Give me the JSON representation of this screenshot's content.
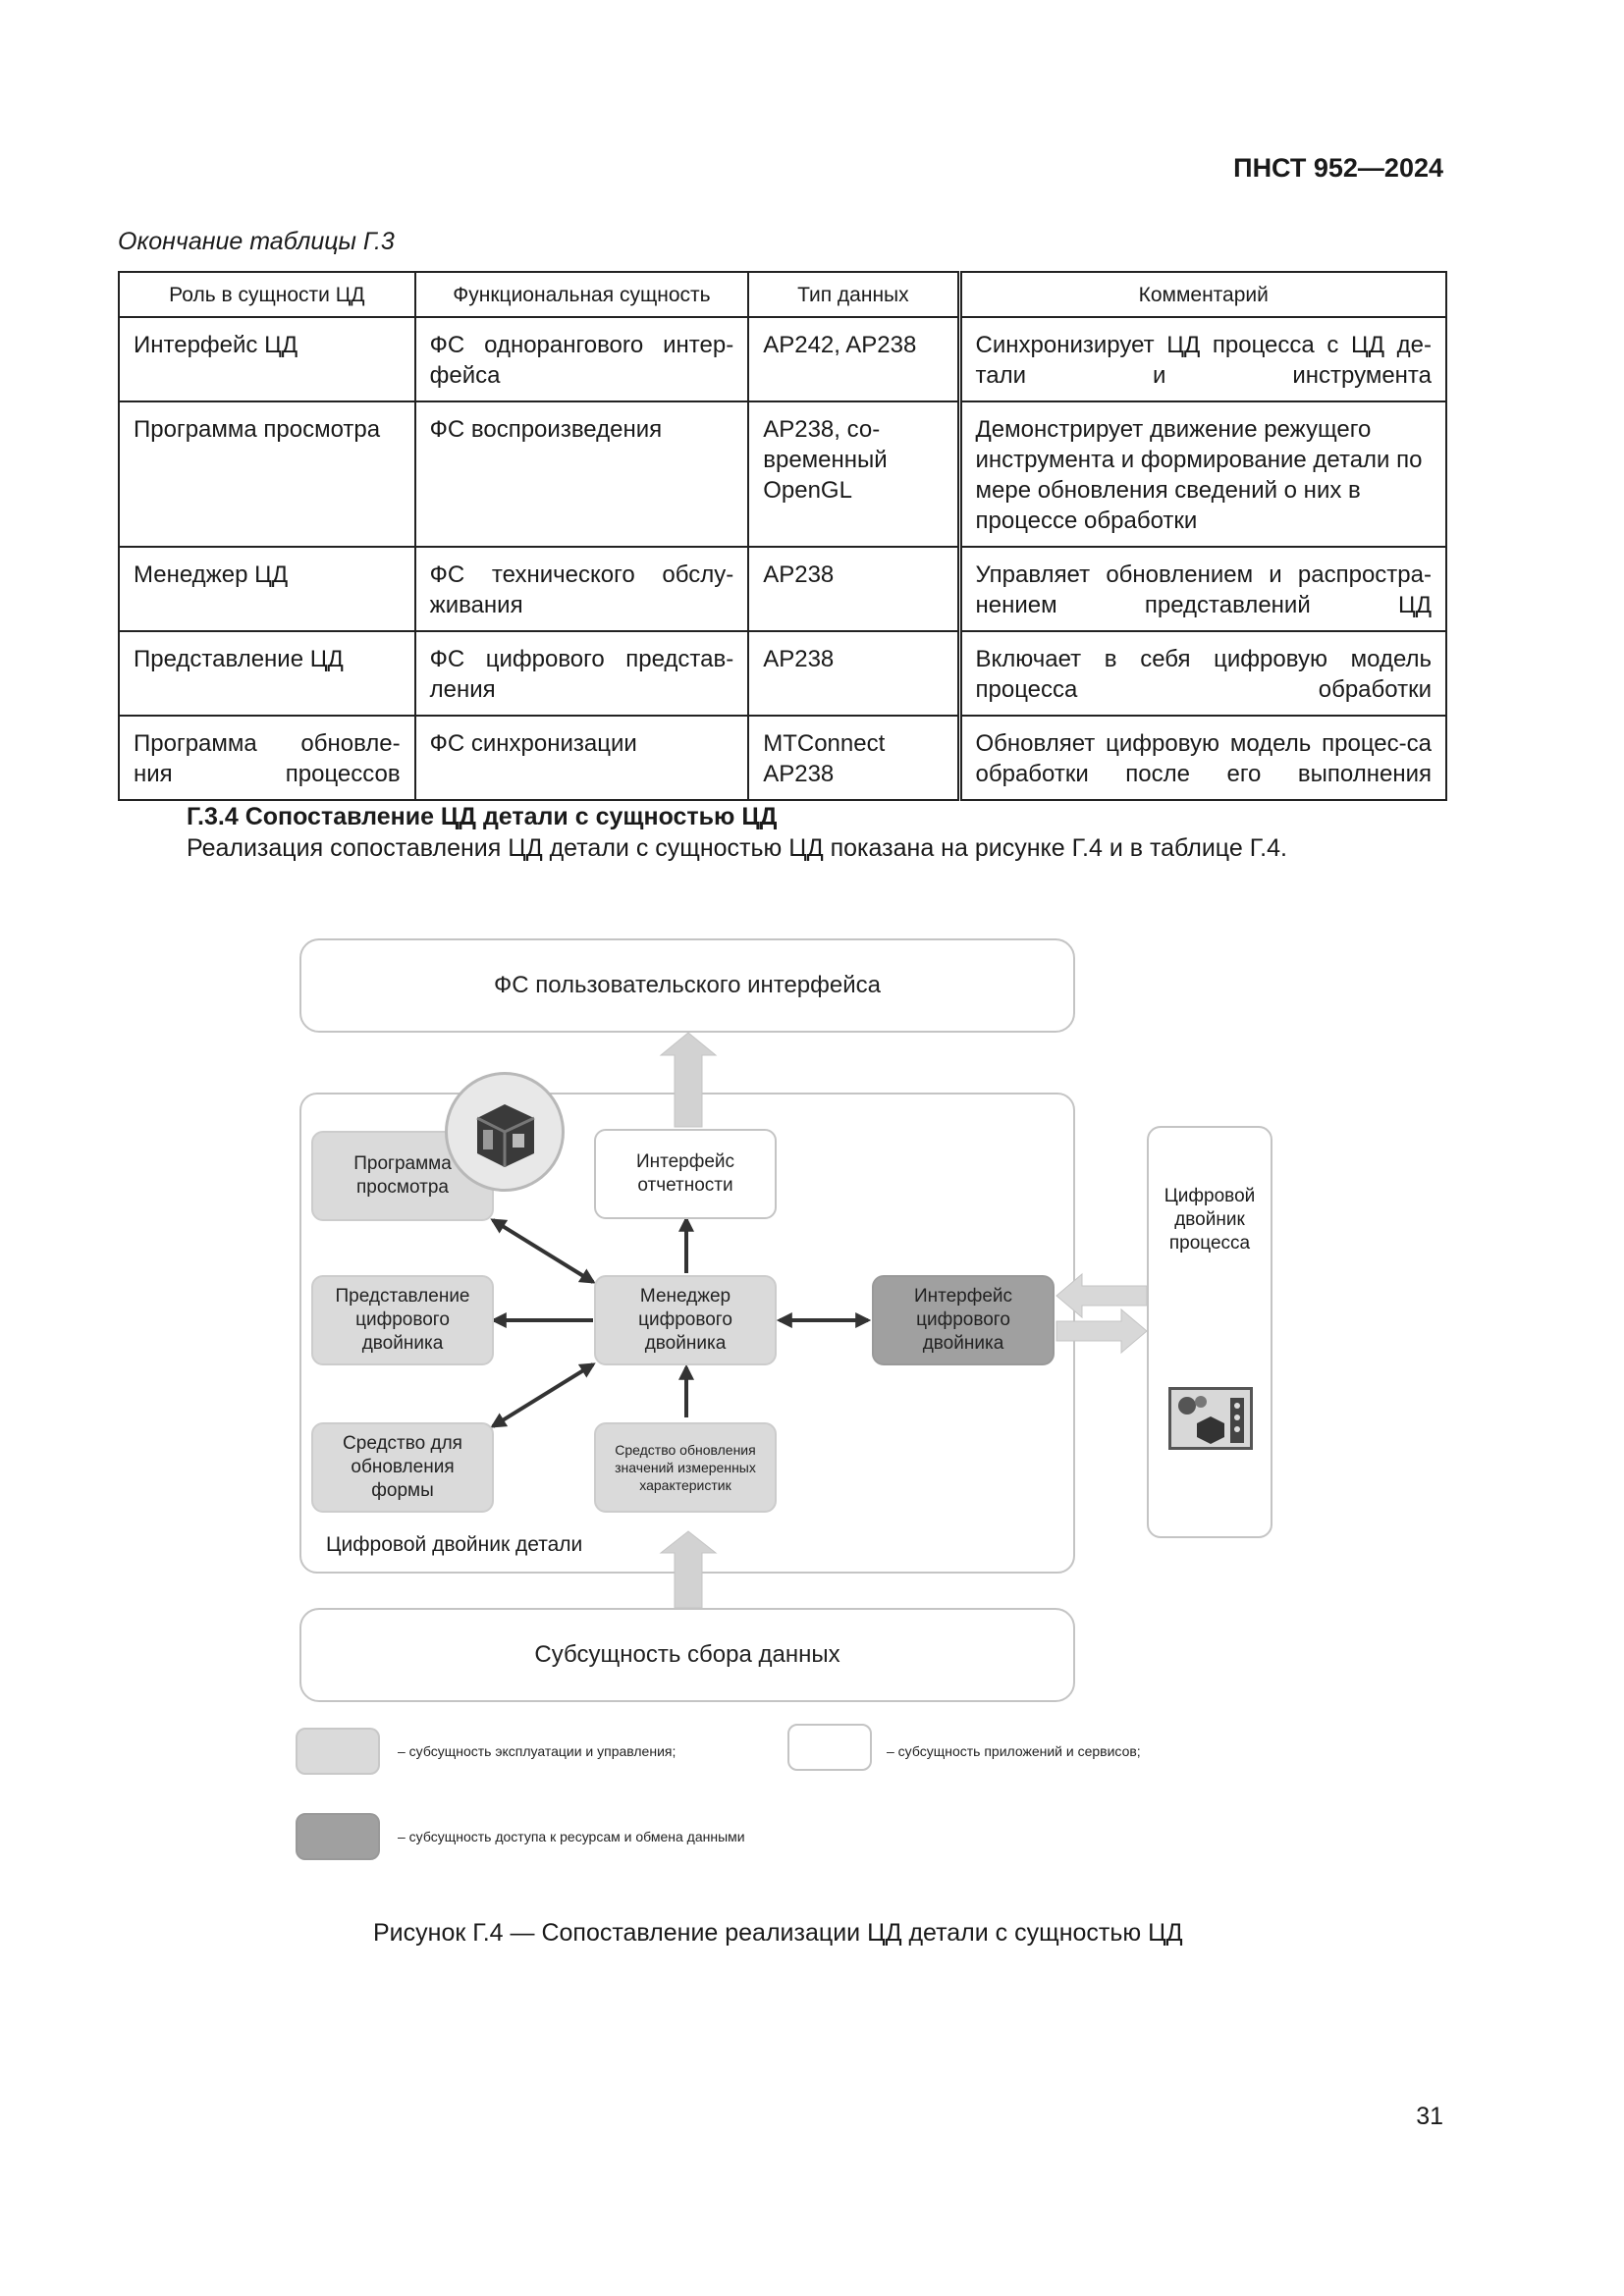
{
  "header": {
    "standard_code": "ПНСТ 952—2024"
  },
  "table": {
    "caption": "Окончание таблицы Г.3",
    "columns": [
      "Роль в сущности ЦД",
      "Функциональная сущность",
      "Тип данных",
      "Комментарий"
    ],
    "rows": [
      {
        "role": "Интерфейс ЦД",
        "entity": "ФС одноранговоrо интер-фейса",
        "data_type": "AP242, AP238",
        "comment": "Синхронизирует ЦД процесса с ЦД де-тали и инструмента"
      },
      {
        "role": "Программа просмотра",
        "entity": "ФС воспроизведения",
        "data_type": "AP238, со-временный OpenGL",
        "comment": "Демонстрирует движение режущего инструмента и формирование детали по мере обновления сведений о них в процессе обработки"
      },
      {
        "role": "Менеджер ЦД",
        "entity": "ФС технического обслу-живания",
        "data_type": "AP238",
        "comment": "Управляет обновлением и распростра-нением представлений ЦД"
      },
      {
        "role": "Представление ЦД",
        "entity": "ФС цифрового представ-ления",
        "data_type": "AP238",
        "comment": "Включает в себя цифровую модель процесса обработки"
      },
      {
        "role": "Программа обновле-ния процессов",
        "entity": "ФС синхронизации",
        "data_type": "MTConnect AP238",
        "comment": "Обновляет цифровую модель процес-са обработки после его выполнения"
      }
    ]
  },
  "section": {
    "heading": "Г.3.4 Сопоставление ЦД детали с сущностью ЦД",
    "text": "Реализация сопоставления ЦД детали с сущностью ЦД показана на рисунке Г.4 и в таблице Г.4."
  },
  "figure": {
    "ui_fs": "ФС пользовательского интерфейса",
    "viewer": "Программа просмотра",
    "report_interface": "Интерфейс отчетности",
    "representation": "Представление цифрового двойника",
    "manager": "Менеджер цифрового двойника",
    "dt_interface": "Интерфейс цифрового двойника",
    "shape_tool": "Средство для обновления формы",
    "measure_tool": "Средство обновления значений измеренных характеристик",
    "part_dt_label": "Цифровой двойник детали",
    "process_dt": "Цифровой двойник процесса",
    "data_collection": "Субсущность сбора данных",
    "legend": {
      "operation": "– субсущность эксплуатации и управления;",
      "apps": "– субсущность приложений и сервисов;",
      "resource": "– субсущность доступа к ресурсам и обмена данными"
    },
    "caption": "Рисунок Г.4 — Сопоставление реализации ЦД детали с сущностью ЦД"
  },
  "footer": {
    "page_number": "31"
  },
  "colors": {
    "light_box": "#dadada",
    "dark_box": "#a0a0a0",
    "arrow": "#333333",
    "fat_arrow": "#d0d0d0"
  }
}
